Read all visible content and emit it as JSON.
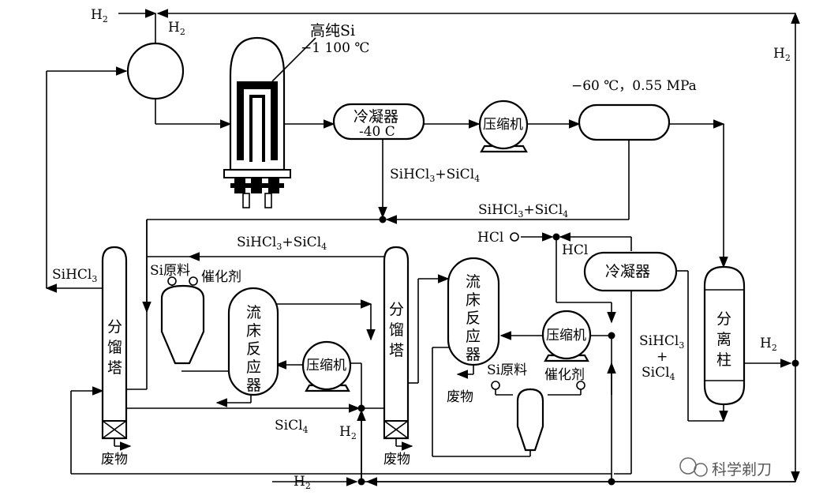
{
  "labels": {
    "h2_top_in": "H",
    "h2_top_in_sub": "2",
    "h2_top_sep": "H",
    "h2_top_sep_sub": "2",
    "h2_right": "H",
    "h2_right_sub": "2",
    "h2_sep_out": "H",
    "h2_sep_out_sub": "2",
    "h2_mid": "H",
    "h2_mid_sub": "2",
    "h2_bottom": "H",
    "h2_bottom_sub": "2",
    "reactor_top": "高纯Si",
    "reactor_temp": "−1 100 ℃",
    "condenser1_name": "冷凝器",
    "condenser1_temp": "-40 C",
    "compressor1": "压缩机",
    "flash_cond": "−60 ℃，0.55 MPa",
    "stream1_a": "SiHCl",
    "stream1_a_sub": "3",
    "stream1_b": "+SiCl",
    "stream1_b_sub": "4",
    "stream2_a": "SiHCl",
    "stream2_a_sub": "3",
    "stream2_b": "+SiCl",
    "stream2_b_sub": "4",
    "stream3_a": "SiHCl",
    "stream3_a_sub": "3",
    "stream3_b": "+SiCl",
    "stream3_b_sub": "4",
    "hcl_in": "HCl",
    "hcl_return": "HCl",
    "condenser2": "冷凝器",
    "stream4_a": "SiHCl",
    "stream4_a_sub": "3",
    "stream4_plus": "+",
    "stream4_b": "SiCl",
    "stream4_b_sub": "4",
    "separator": [
      "分",
      "离",
      "柱"
    ],
    "sihcl3_out": "SiHCl",
    "sihcl3_out_sub": "3",
    "si_raw_left": "Si原料",
    "catalyst_left": "催化剂",
    "fbr_left": [
      "流",
      "床",
      "反",
      "应",
      "器"
    ],
    "compressor_left": "压缩机",
    "column_left": [
      "分",
      "馏",
      "塔"
    ],
    "sicl4": "SiCl",
    "sicl4_sub": "4",
    "waste_left": "废物",
    "column_mid": [
      "分",
      "馏",
      "塔"
    ],
    "waste_mid": "废物",
    "fbr_right": [
      "流",
      "床",
      "反",
      "应",
      "器"
    ],
    "waste_right": "废物",
    "compressor_right": "压缩机",
    "si_raw_right": "Si原料",
    "catalyst_right": "催化剂",
    "watermark": "科学剃刀"
  }
}
